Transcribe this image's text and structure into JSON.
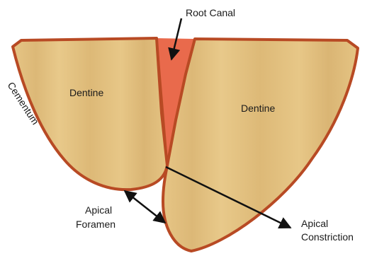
{
  "labels": {
    "root_canal": "Root Canal",
    "dentine_left": "Dentine",
    "dentine_right": "Dentine",
    "cementum": "Cementum",
    "apical_foramen_line1": "Apical",
    "apical_foramen_line2": "Foramen",
    "apical_constriction_line1": "Apical",
    "apical_constriction_line2": "Constriction"
  },
  "colors": {
    "dentine_fill": "#e2c07f",
    "outline": "#b84a24",
    "canal_fill": "#e96a4c",
    "arrow": "#111111",
    "background": "#ffffff"
  }
}
